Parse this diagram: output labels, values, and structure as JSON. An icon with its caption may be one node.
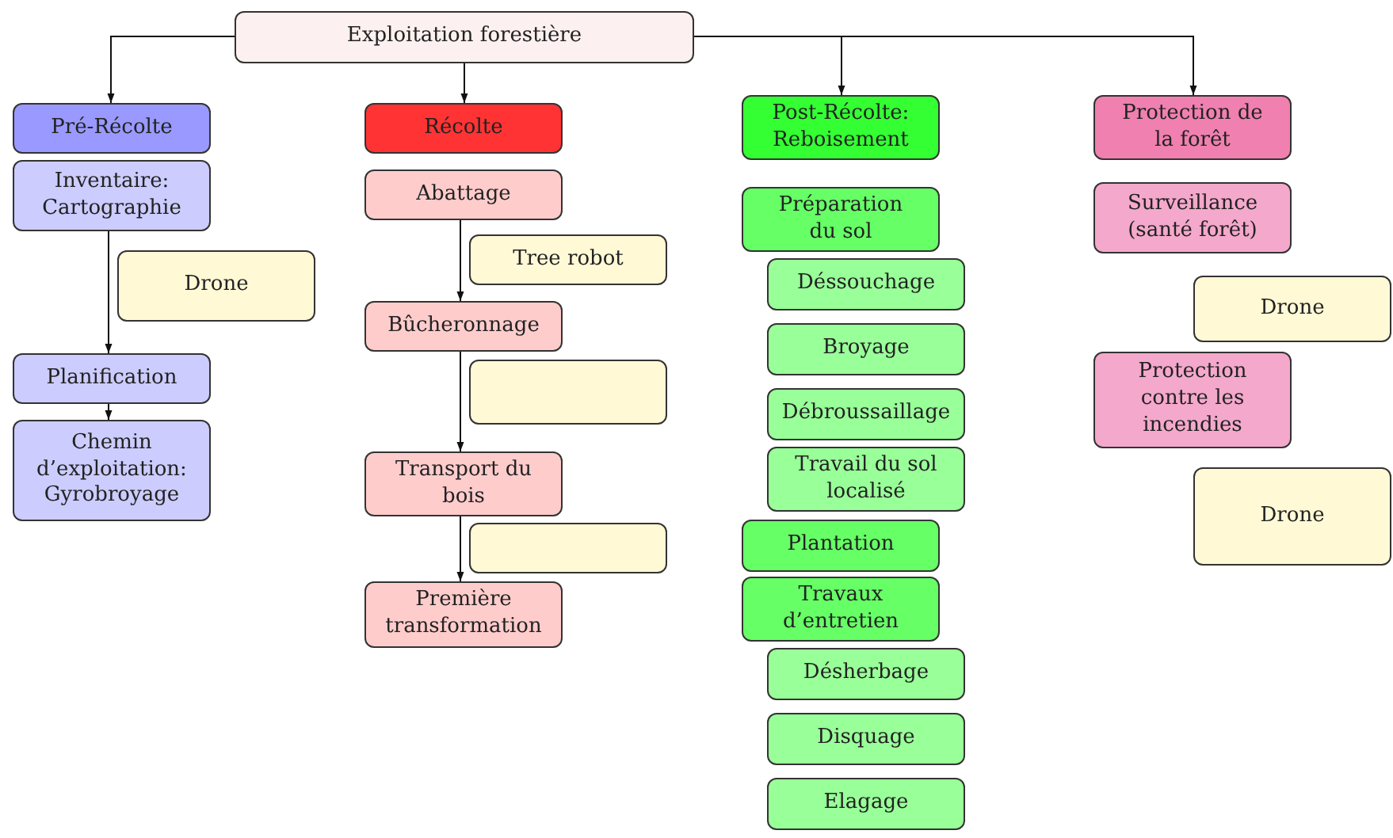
{
  "diagram": {
    "nodes": [
      {
        "text": [
          "Exploitation forestière"
        ]
      },
      {
        "text": [
          "Pré-Récolte"
        ]
      },
      {
        "text": [
          "Inventaire: Cartographie"
        ]
      },
      {
        "text": [
          "Drone"
        ]
      },
      {
        "text": [
          "Planification"
        ]
      },
      {
        "text": [
          "Chemin d’exploitation: Gyrobroyage"
        ]
      },
      {
        "text": [
          "Récolte"
        ]
      },
      {
        "text": [
          "Abattage"
        ]
      },
      {
        "text": [
          "Tree robot"
        ]
      },
      {
        "text": [
          "Bûcheronnage"
        ]
      },
      {
        "text": [],
        "shape": "box"
      },
      {
        "text": [
          "Transport du bois"
        ]
      },
      {
        "text": [],
        "shape": "box"
      },
      {
        "text": [
          "Première transformation"
        ]
      },
      {
        "text": [
          "Post-Récolte: Reboisement"
        ]
      },
      {
        "text": [
          "Préparation du sol"
        ]
      },
      {
        "text": [
          "Déssouchage"
        ]
      },
      {
        "text": [
          "Broyage"
        ]
      },
      {
        "text": [
          "Débroussaillage"
        ]
      },
      {
        "text": [
          "Travail du sol localisé"
        ]
      },
      {
        "text": [
          "Plantation"
        ]
      },
      {
        "text": [
          "Travaux d’entretien"
        ]
      },
      {
        "text": [
          "Désherbage"
        ]
      },
      {
        "text": [
          "Disquage"
        ]
      },
      {
        "text": [
          "Elagage"
        ]
      },
      {
        "text": [
          "Protection de la forêt"
        ]
      },
      {
        "text": [
          "Surveillance (santé forêt)"
        ]
      },
      {
        "text": [
          "Drone"
        ]
      },
      {
        "text": [
          "Protection contre les incendies"
        ]
      },
      {
        "text": [
          "Drone"
        ]
      }
    ],
    "edges": [
      {
        "from": 0,
        "to": 1,
        "arrow": "to"
      },
      {
        "from": 0,
        "to": 6,
        "arrow": "to"
      },
      {
        "from": 0,
        "to": 14,
        "arrow": "to"
      },
      {
        "from": 0,
        "to": 25,
        "arrow": "to"
      },
      {
        "from": 2,
        "to": 4,
        "arrow": "to"
      },
      {
        "from": 4,
        "to": 5,
        "arrow": "to"
      },
      {
        "from": 7,
        "to": 9,
        "arrow": "to"
      },
      {
        "from": 9,
        "to": 11,
        "arrow": "to"
      },
      {
        "from": 11,
        "to": 13,
        "arrow": "to"
      }
    ]
  }
}
